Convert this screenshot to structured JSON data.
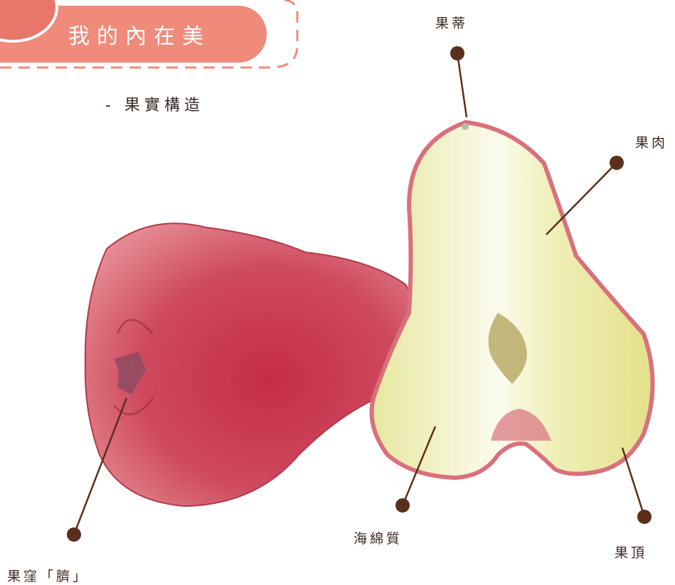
{
  "header": {
    "title": "我的內在美",
    "subtitle": "- 果實構造"
  },
  "labels": {
    "stalk": "果蒂",
    "flesh": "果肉",
    "sponge": "海綿質",
    "apex": "果頂",
    "navel": "果窪「臍」"
  },
  "colors": {
    "banner": "#f08a7a",
    "banner_dash": "#f08a7a",
    "fruit_red": "#c83a4e",
    "fruit_flesh": "#e6e6a6",
    "leader_line": "#5a2f1c"
  }
}
